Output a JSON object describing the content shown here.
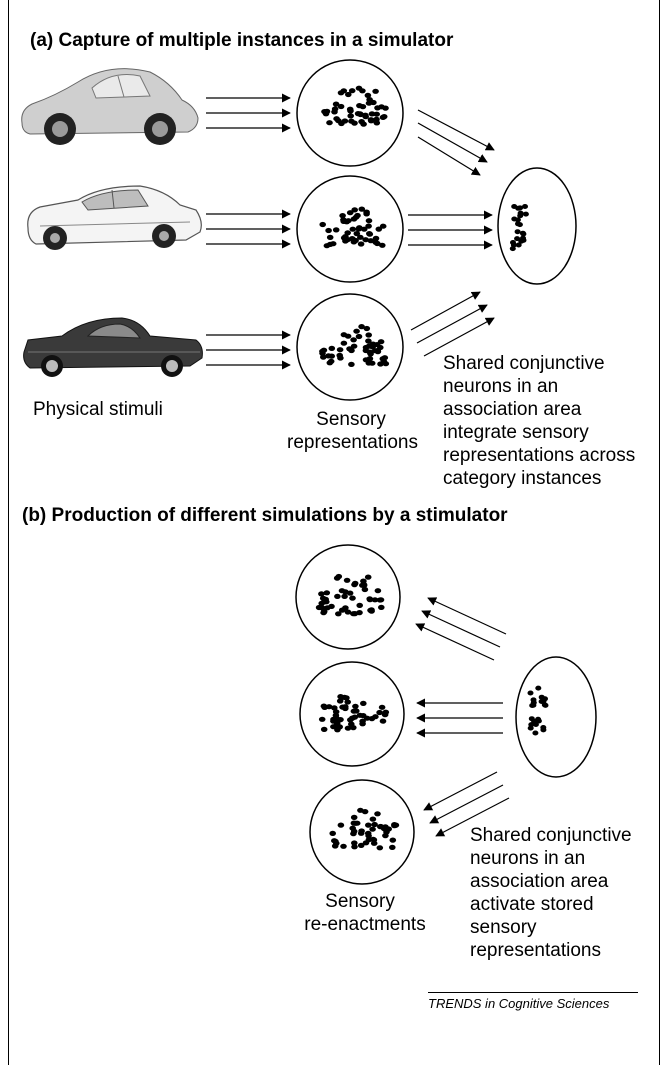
{
  "section_a": {
    "heading": "(a) Capture of multiple instances in a simulator",
    "physical_label": "Physical stimuli",
    "sensory_label_1": "Sensory",
    "sensory_label_2": "representations",
    "shared_lines": [
      "Shared conjunctive",
      "neurons in an",
      "association area",
      "integrate  sensory",
      "representations across",
      "category instances"
    ]
  },
  "section_b": {
    "heading": "(b) Production of different simulations by a stimulator",
    "reenact_label_1": "Sensory",
    "reenact_label_2": "re-enactments",
    "shared_lines": [
      "Shared  conjunctive",
      "neurons in an",
      "association area",
      "activate stored",
      "sensory",
      "representations"
    ]
  },
  "footer": {
    "source": "TRENDS in Cognitive Sciences"
  },
  "icons": [
    "car-beetle-icon",
    "car-sedan-icon",
    "car-classic-icon"
  ]
}
